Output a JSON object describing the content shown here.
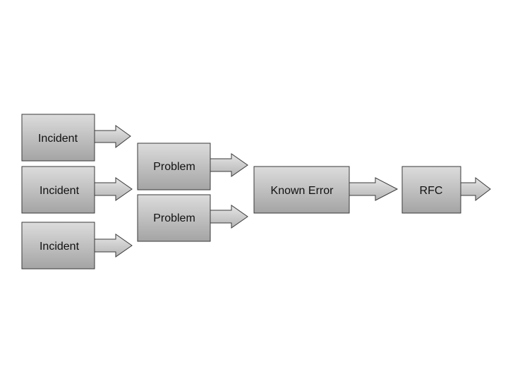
{
  "diagram": {
    "nodes": [
      {
        "id": "incident-1",
        "label": "Incident"
      },
      {
        "id": "incident-2",
        "label": "Incident"
      },
      {
        "id": "incident-3",
        "label": "Incident"
      },
      {
        "id": "problem-1",
        "label": "Problem"
      },
      {
        "id": "problem-2",
        "label": "Problem"
      },
      {
        "id": "known-error",
        "label": "Known Error"
      },
      {
        "id": "rfc",
        "label": "RFC"
      }
    ],
    "colors": {
      "box_light": "#dcdcdc",
      "box_dark": "#a4a4a4",
      "outline": "#3a3a3a",
      "text": "#111111"
    }
  }
}
